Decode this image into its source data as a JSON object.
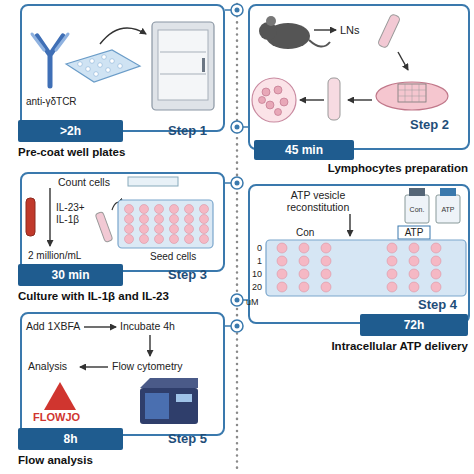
{
  "diagram": {
    "nodes": [
      {
        "text": [
          "Step 1",
          "Pre-coat well plates"
        ]
      },
      {
        "text": [
          ">2h"
        ],
        "in": 0
      },
      {
        "text": [
          "Step 2",
          "Lymphocytes preparation"
        ]
      },
      {
        "text": [
          "45 min"
        ],
        "in": 2
      },
      {
        "text": [
          "Step 3",
          "Culture with IL-1β and IL-23"
        ]
      },
      {
        "text": [
          "30 min"
        ],
        "in": 4
      },
      {
        "text": [
          "Step 4",
          "Intracellular ATP delivery"
        ]
      },
      {
        "text": [
          "72h"
        ],
        "in": 6
      },
      {
        "text": [
          "Step 5",
          "Flow analysis"
        ]
      },
      {
        "text": [
          "8h"
        ],
        "in": 8
      }
    ],
    "labels": [
      "anti-γδTCR",
      "LNs",
      "Count cells",
      "IL-23+ IL-1β",
      "2 million/mL",
      "Seed cells",
      "ATP vesicle reconstitution",
      "Con.",
      "ATP",
      "Con",
      "ATP",
      "0",
      "1",
      "10",
      "20",
      "uM",
      "Add 1XBFA",
      "Incubate 4h",
      "Analysis",
      "Flow cytometry",
      "FLOWJO"
    ]
  }
}
